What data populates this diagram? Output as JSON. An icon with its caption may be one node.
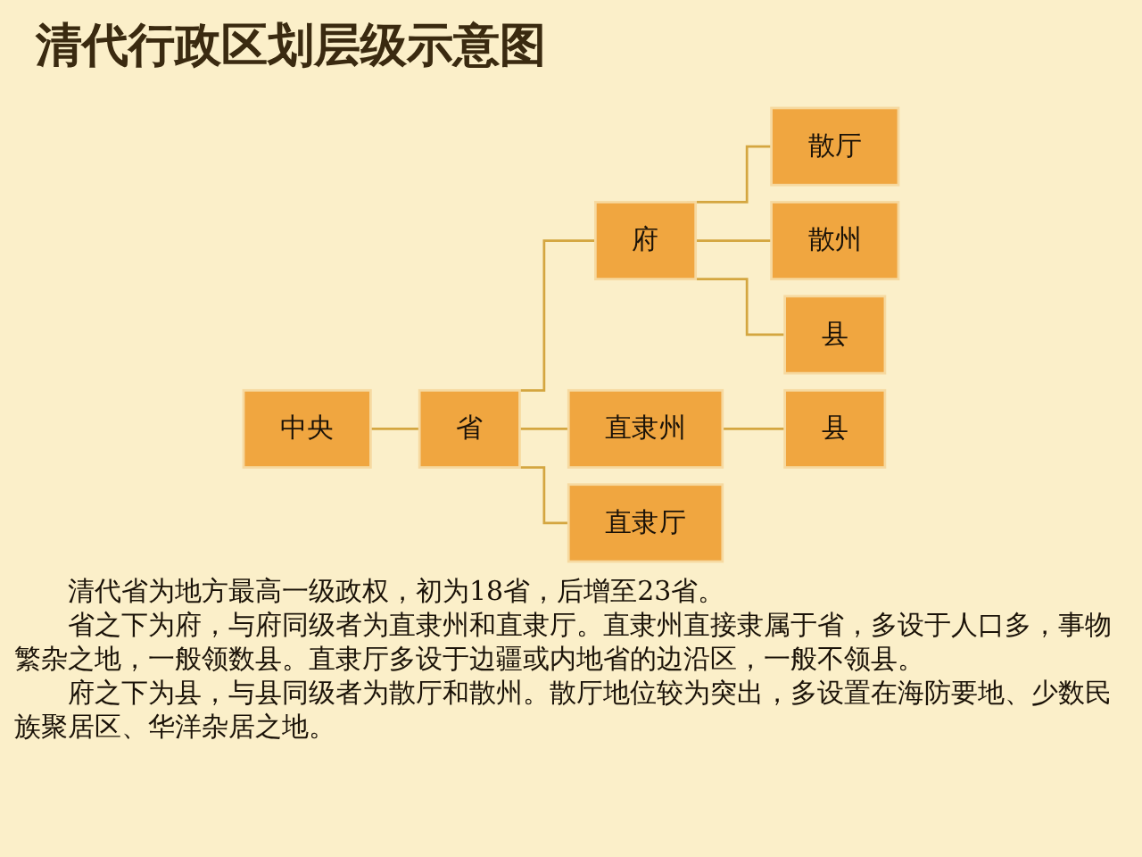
{
  "diagram": {
    "title": "清代行政区划层级示意图",
    "nodes": [
      {
        "text": [
          "中央"
        ]
      },
      {
        "text": [
          "省"
        ]
      },
      {
        "text": [
          "府"
        ]
      },
      {
        "text": [
          "直隶州"
        ]
      },
      {
        "text": [
          "直隶厅"
        ]
      },
      {
        "text": [
          "散厅"
        ]
      },
      {
        "text": [
          "散州"
        ]
      },
      {
        "text": [
          "县"
        ]
      },
      {
        "text": [
          "县"
        ]
      }
    ],
    "edges": [
      {
        "from": 0,
        "to": 1,
        "arrow": "none"
      },
      {
        "from": 1,
        "to": 2,
        "arrow": "none"
      },
      {
        "from": 1,
        "to": 3,
        "arrow": "none"
      },
      {
        "from": 1,
        "to": 4,
        "arrow": "none"
      },
      {
        "from": 2,
        "to": 5,
        "arrow": "none"
      },
      {
        "from": 2,
        "to": 6,
        "arrow": "none"
      },
      {
        "from": 2,
        "to": 7,
        "arrow": "none"
      },
      {
        "from": 3,
        "to": 8,
        "arrow": "none"
      }
    ],
    "labels": [
      "清代省为地方最高一级政权，初为18省，后增至23省。",
      "省之下为府，与府同级者为直隶州和直隶厅。直隶州直接隶属于省，多设于人口多，事物繁杂之地，一般领数县。直隶厅多设于边疆或内地省的边沿区，一般不领县。",
      "府之下为县，与县同级者为散厅和散州。散厅地位较为突出，多设置在海防要地、少数民族聚居区、华洋杂居之地。"
    ]
  }
}
